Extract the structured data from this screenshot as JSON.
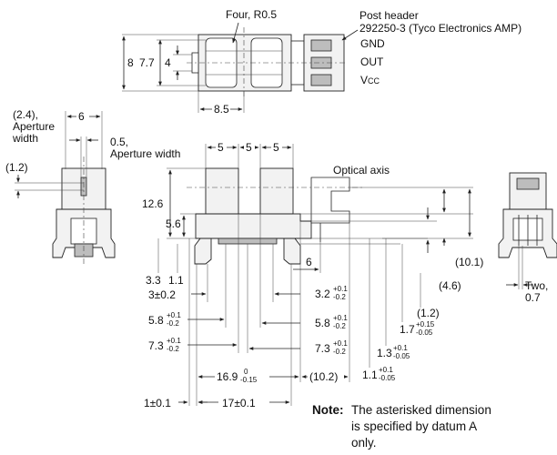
{
  "top_view": {
    "corner_note": "Four, R0.5",
    "header_title": "Post header",
    "header_part": "292250-3 (Tyco Electronics AMP)",
    "pins": [
      "GND",
      "OUT",
      "V"
    ],
    "vcc_subscript": "CC",
    "dims": {
      "h8": "8",
      "h77": "7.7",
      "h4": "4",
      "w85": "8.5"
    }
  },
  "side_view": {
    "d24": "(2.4),",
    "aperture1": "Aperture",
    "aperture1b": "width",
    "d6": "6",
    "d05": "0.5,",
    "aperture2": "Aperture width",
    "d12": "(1.2)"
  },
  "front_view": {
    "p1": "5",
    "p2": "5",
    "p3": "5",
    "optical_axis": "Optical axis",
    "h126": "12.6",
    "h56": "5.6",
    "d33": "3.3",
    "d11": "1.1",
    "d3": "3±0.2",
    "d32": "3.2",
    "d32_tol_up": "+0.1",
    "d32_tol_dn": "-0.2",
    "d58a": "5.8",
    "d58a_tol_up": "+0.1",
    "d58a_tol_dn": "-0.2",
    "d58b": "5.8",
    "d58b_tol_up": "+0.1",
    "d58b_tol_dn": "-0.2",
    "d73a": "7.3",
    "d73a_tol_up": "+0.1",
    "d73a_tol_dn": "-0.2",
    "d73b": "7.3",
    "d73b_tol_up": "+0.1",
    "d73b_tol_dn": "-0.2",
    "d6b": "6",
    "d169": "16.9",
    "d169_tol_up": "0",
    "d169_tol_dn": "-0.15",
    "d102": "(10.2)",
    "d1": "1±0.1",
    "d17": "17±0.1",
    "d101": "(10.1)",
    "d46": "(4.6)",
    "d12b": "(1.2)",
    "d17b": "1.7",
    "d17b_tol_up": "+0.15",
    "d17b_tol_dn": "-0.05",
    "d13": "1.3",
    "d13_tol_up": "+0.1",
    "d13_tol_dn": "-0.05",
    "d11b": "1.1",
    "d11b_tol_up": "+0.1",
    "d11b_tol_dn": "-0.05"
  },
  "right_view": {
    "two": "Two,",
    "two_val": "0.7"
  },
  "note": {
    "label": "Note:",
    "line1": "The asterisked dimension",
    "line2": "is specified by datum A",
    "line3": "only."
  }
}
